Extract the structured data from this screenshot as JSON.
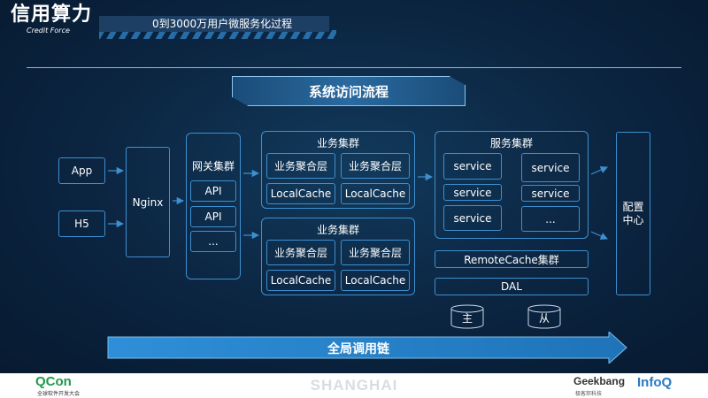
{
  "header": {
    "logo_cn": "信用算力",
    "logo_en": "Credit Force",
    "subtitle": "0到3000万用户微服务化过程"
  },
  "diagram": {
    "title": "系统访问流程",
    "clients": [
      "App",
      "H5"
    ],
    "nginx": "Nginx",
    "gateway": {
      "label": "网关集群",
      "items": [
        "API",
        "API",
        "..."
      ]
    },
    "biz_clusters": [
      {
        "label": "业务集群",
        "items": [
          "业务聚合层",
          "业务聚合层",
          "LocalCache",
          "LocalCache"
        ]
      },
      {
        "label": "业务集群",
        "items": [
          "业务聚合层",
          "业务聚合层",
          "LocalCache",
          "LocalCache"
        ]
      }
    ],
    "service_cluster": {
      "label": "服务集群",
      "items": [
        "service",
        "service",
        "service",
        "service",
        "service",
        "..."
      ]
    },
    "remote_cache": "RemoteCache集群",
    "dal": "DAL",
    "db_master": "主",
    "db_slave": "从",
    "config": "配置\n中心",
    "trace": "全局调用链"
  },
  "footer": {
    "qcon": "QCon",
    "qcon_sub": "全球软件开发大会",
    "city": "SHANGHAI",
    "geekbang": "Geekbang",
    "geekbang_sub": "极客邦科技",
    "infoq": "InfoQ"
  },
  "colors": {
    "accent": "#3e8fd0",
    "background": "#0b2440",
    "trace": "#2b86cc"
  }
}
